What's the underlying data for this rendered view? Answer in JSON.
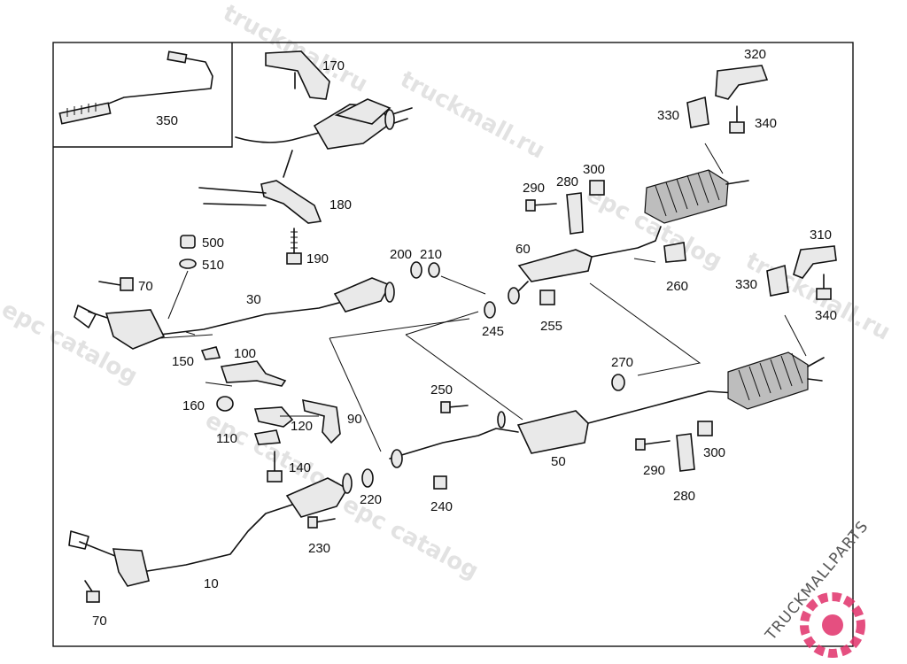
{
  "callouts": [
    {
      "id": "10",
      "text": "10"
    },
    {
      "id": "30",
      "text": "30"
    },
    {
      "id": "50",
      "text": "50"
    },
    {
      "id": "60",
      "text": "60"
    },
    {
      "id": "70a",
      "text": "70"
    },
    {
      "id": "70b",
      "text": "70"
    },
    {
      "id": "90",
      "text": "90"
    },
    {
      "id": "100",
      "text": "100"
    },
    {
      "id": "110",
      "text": "110"
    },
    {
      "id": "120",
      "text": "120"
    },
    {
      "id": "140",
      "text": "140"
    },
    {
      "id": "150",
      "text": "150"
    },
    {
      "id": "160",
      "text": "160"
    },
    {
      "id": "170",
      "text": "170"
    },
    {
      "id": "180",
      "text": "180"
    },
    {
      "id": "190",
      "text": "190"
    },
    {
      "id": "200",
      "text": "200"
    },
    {
      "id": "210",
      "text": "210"
    },
    {
      "id": "220",
      "text": "220"
    },
    {
      "id": "230",
      "text": "230"
    },
    {
      "id": "240",
      "text": "240"
    },
    {
      "id": "245",
      "text": "245"
    },
    {
      "id": "250",
      "text": "250"
    },
    {
      "id": "255",
      "text": "255"
    },
    {
      "id": "260",
      "text": "260"
    },
    {
      "id": "270",
      "text": "270"
    },
    {
      "id": "280a",
      "text": "280"
    },
    {
      "id": "280b",
      "text": "280"
    },
    {
      "id": "290a",
      "text": "290"
    },
    {
      "id": "290b",
      "text": "290"
    },
    {
      "id": "300a",
      "text": "300"
    },
    {
      "id": "300b",
      "text": "300"
    },
    {
      "id": "310",
      "text": "310"
    },
    {
      "id": "320",
      "text": "320"
    },
    {
      "id": "330a",
      "text": "330"
    },
    {
      "id": "330b",
      "text": "330"
    },
    {
      "id": "340a",
      "text": "340"
    },
    {
      "id": "340b",
      "text": "340"
    },
    {
      "id": "350",
      "text": "350"
    },
    {
      "id": "500",
      "text": "500"
    },
    {
      "id": "510",
      "text": "510"
    }
  ],
  "watermarks": [
    "truckmall.ru",
    "epc catalog",
    "truckmall.ru",
    "epc catalog",
    "truckmall.ru",
    "epc catalog",
    "epc catalog"
  ],
  "brand": {
    "text": "TRUCKMALLPARTS",
    "color": "#e0306a"
  }
}
